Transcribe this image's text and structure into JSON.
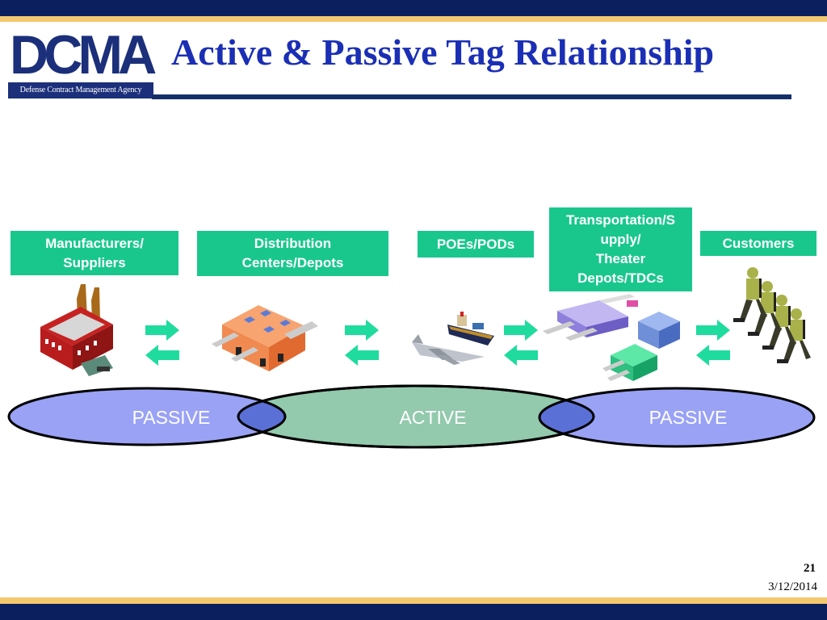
{
  "header": {
    "logo_text": "DCMA",
    "logo_subtitle": "Defense Contract Management Agency",
    "title": "Active & Passive Tag Relationship"
  },
  "nodes": [
    {
      "id": "manufacturers",
      "label": "Manufacturers/\nSuppliers",
      "icon": "factory-icon"
    },
    {
      "id": "distribution",
      "label": "Distribution\nCenters/Depots",
      "icon": "warehouse-icon"
    },
    {
      "id": "poes",
      "label": "POEs/PODs",
      "icon": "ship-plane-icon"
    },
    {
      "id": "transportation",
      "label": "Transportation/S\nupply/\nTheater\nDepots/TDCs",
      "icon": "depot-icon"
    },
    {
      "id": "customers",
      "label": "Customers",
      "icon": "soldiers-icon"
    }
  ],
  "zones": [
    {
      "id": "passive-left",
      "label": "PASSIVE"
    },
    {
      "id": "active",
      "label": "ACTIVE"
    },
    {
      "id": "passive-right",
      "label": "PASSIVE"
    }
  ],
  "colors": {
    "navy": "#0b1e5e",
    "gold": "#f3c86f",
    "label_green": "#19c78d",
    "arrow_green": "#1fdc9e",
    "passive_fill": "#9aa2f5",
    "active_fill": "#93c9ad",
    "overlap_fill": "#5b70d6"
  },
  "footer": {
    "page_number": "21",
    "date": "3/12/2014"
  }
}
